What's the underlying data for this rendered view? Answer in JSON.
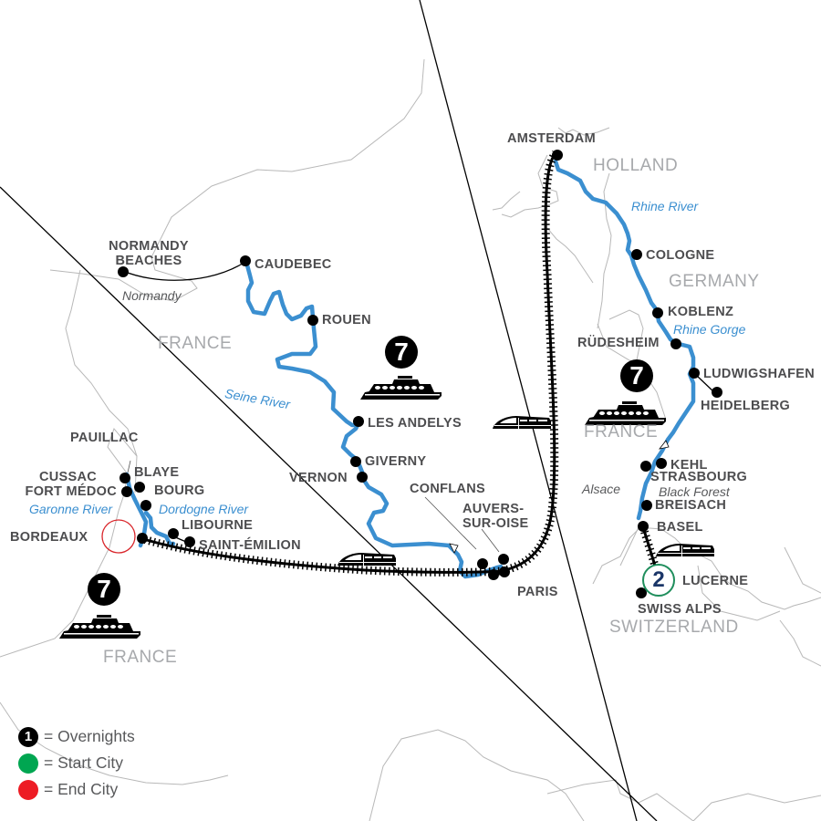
{
  "map": {
    "panels": [
      {
        "name": "bordeaux-panel",
        "country": "FRANCE",
        "overnights": "7"
      },
      {
        "name": "seine-panel",
        "country": "FRANCE",
        "overnights": "7"
      },
      {
        "name": "rhine-panel",
        "countries": [
          "HOLLAND",
          "GERMANY",
          "FRANCE",
          "SWITZERLAND"
        ],
        "overnights": "7"
      }
    ],
    "countries": {
      "france_west": "FRANCE",
      "france_bordeaux": "FRANCE",
      "france_rhine": "FRANCE",
      "holland": "HOLLAND",
      "germany": "GERMANY",
      "switzerland": "SWITZERLAND"
    },
    "cities": {
      "normandy_beaches": "NORMANDY BEACHES",
      "caudebec": "CAUDEBEC",
      "rouen": "ROUEN",
      "les_andelys": "LES ANDELYS",
      "giverny": "GIVERNY",
      "vernon": "VERNON",
      "conflans": "CONFLANS",
      "auvers_sur_oise_1": "AUVERS-",
      "auvers_sur_oise_2": "SUR-OISE",
      "paris": "PARIS",
      "pauillac": "PAUILLAC",
      "cussac_fort_medoc_1": "CUSSAC",
      "cussac_fort_medoc_2": "FORT MÉDOC",
      "blaye": "BLAYE",
      "bourg": "BOURG",
      "libourne": "LIBOURNE",
      "saint_emilion": "SAINT-ÉMILION",
      "bordeaux": "BORDEAUX",
      "amsterdam": "AMSTERDAM",
      "cologne": "COLOGNE",
      "koblenz": "KOBLENZ",
      "rudesheim": "RÜDESHEIM",
      "ludwigshafen": "LUDWIGSHAFEN",
      "heidelberg": "HEIDELBERG",
      "kehl": "KEHL",
      "strasbourg": "STRASBOURG",
      "breisach": "BREISACH",
      "basel": "BASEL",
      "lucerne": "LUCERNE",
      "swiss_alps": "SWISS ALPS"
    },
    "rivers": {
      "seine": "Seine River",
      "garonne": "Garonne River",
      "dordogne": "Dordogne River",
      "rhine": "Rhine River",
      "rhine_gorge": "Rhine Gorge"
    },
    "regions": {
      "normandy": "Normandy",
      "alsace": "Alsace",
      "black_forest": "Black Forest"
    },
    "overnight_badges": {
      "seine": "7",
      "rhine": "7",
      "bordeaux": "7",
      "lucerne": "2"
    },
    "colors": {
      "river": "#3b8fd0",
      "start": "#00a651",
      "end": "#ed1c24",
      "start_ring": "#1f8e5c",
      "start_number": "#1b3668",
      "end_ring": "#d9262b",
      "label": "#4d4d4f",
      "country": "#a7a9ac",
      "border": "#b8b8b8"
    }
  },
  "legend": {
    "items": [
      {
        "symbol": "1",
        "color": "#000000",
        "label": "= Overnights"
      },
      {
        "symbol": "",
        "color": "#00a651",
        "label": "= Start City"
      },
      {
        "symbol": "",
        "color": "#ed1c24",
        "label": "= End City"
      }
    ]
  }
}
